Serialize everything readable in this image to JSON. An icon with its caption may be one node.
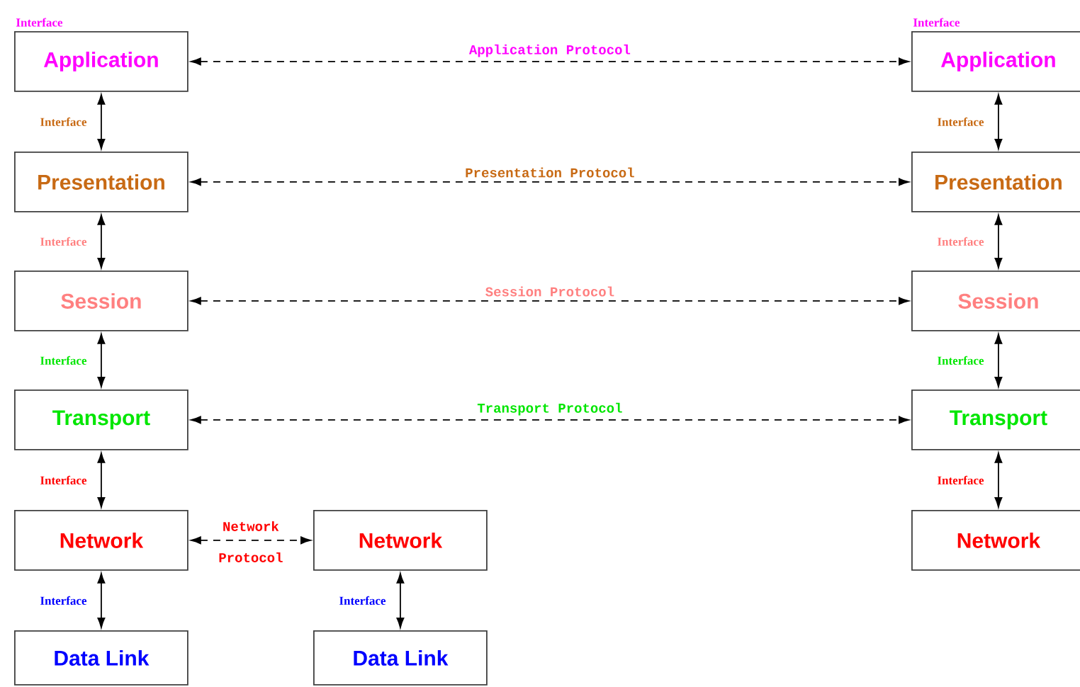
{
  "diagram": {
    "nodes": [
      {
        "text": [
          "Application"
        ],
        "beside": [
          "Interface"
        ]
      },
      {
        "text": [
          "Application"
        ],
        "beside": [
          "Interface"
        ]
      },
      {
        "text": [
          "Presentation"
        ]
      },
      {
        "text": [
          "Presentation"
        ]
      },
      {
        "text": [
          "Session"
        ]
      },
      {
        "text": [
          "Session"
        ]
      },
      {
        "text": [
          "Transport"
        ]
      },
      {
        "text": [
          "Transport"
        ]
      },
      {
        "text": [
          "Network"
        ]
      },
      {
        "text": [
          "Network"
        ]
      },
      {
        "text": [
          "Network"
        ]
      },
      {
        "text": [
          "Data Link"
        ]
      },
      {
        "text": [
          "Data Link"
        ]
      }
    ],
    "edges": [
      {
        "from": 0,
        "to": 1,
        "arrow": "both",
        "style": "dashed",
        "label": "Application Protocol"
      },
      {
        "from": 0,
        "to": 2,
        "arrow": "both",
        "label": "Interface"
      },
      {
        "from": 1,
        "to": 3,
        "arrow": "both",
        "label": "Interface"
      },
      {
        "from": 2,
        "to": 3,
        "arrow": "both",
        "style": "dashed",
        "label": "Presentation Protocol"
      },
      {
        "from": 2,
        "to": 4,
        "arrow": "both",
        "label": "Interface"
      },
      {
        "from": 3,
        "to": 5,
        "arrow": "both",
        "label": "Interface"
      },
      {
        "from": 4,
        "to": 5,
        "arrow": "both",
        "style": "dashed",
        "label": "Session Protocol"
      },
      {
        "from": 4,
        "to": 6,
        "arrow": "both",
        "label": "Interface"
      },
      {
        "from": 5,
        "to": 7,
        "arrow": "both",
        "label": "Interface"
      },
      {
        "from": 6,
        "to": 7,
        "arrow": "both",
        "style": "dashed",
        "label": "Transport Protocol"
      },
      {
        "from": 6,
        "to": 8,
        "arrow": "both",
        "label": "Interface"
      },
      {
        "from": 7,
        "to": 10,
        "arrow": "both",
        "label": "Interface"
      },
      {
        "from": 8,
        "to": 9,
        "arrow": "both",
        "style": "dashed",
        "label": "Network Protocol"
      },
      {
        "from": 8,
        "to": 11,
        "arrow": "both",
        "label": "Interface"
      },
      {
        "from": 9,
        "to": 12,
        "arrow": "both",
        "label": "Interface"
      }
    ]
  }
}
